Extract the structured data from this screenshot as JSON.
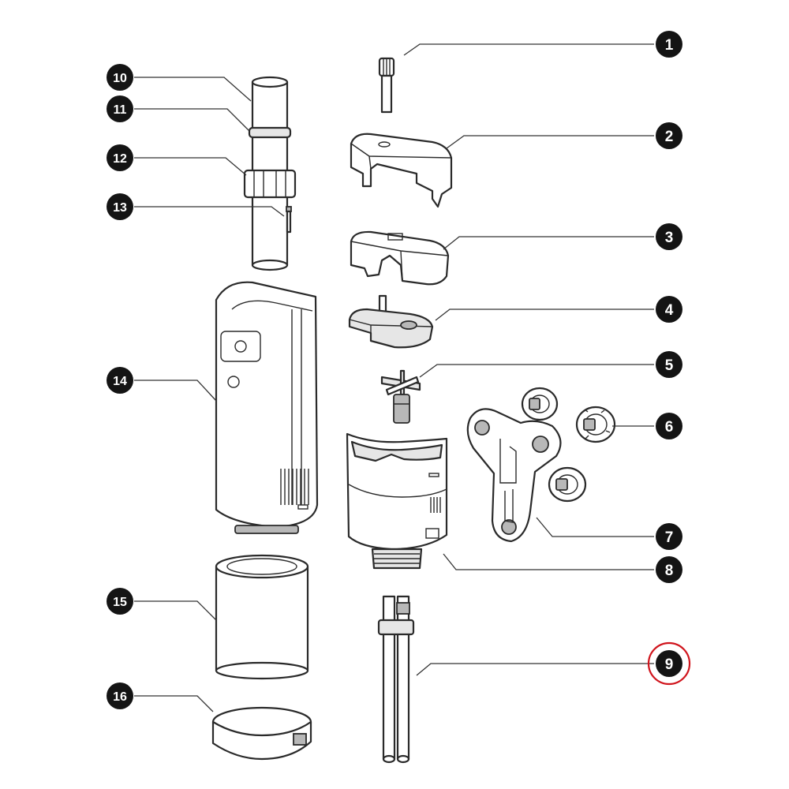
{
  "callouts": [
    {
      "id": "1",
      "label": "1"
    },
    {
      "id": "2",
      "label": "2"
    },
    {
      "id": "3",
      "label": "3"
    },
    {
      "id": "4",
      "label": "4"
    },
    {
      "id": "5",
      "label": "5"
    },
    {
      "id": "6",
      "label": "6"
    },
    {
      "id": "7",
      "label": "7"
    },
    {
      "id": "8",
      "label": "8"
    },
    {
      "id": "9",
      "label": "9",
      "highlighted": true
    },
    {
      "id": "10",
      "label": "10"
    },
    {
      "id": "11",
      "label": "11"
    },
    {
      "id": "12",
      "label": "12"
    },
    {
      "id": "13",
      "label": "13"
    },
    {
      "id": "14",
      "label": "14"
    },
    {
      "id": "15",
      "label": "15"
    },
    {
      "id": "16",
      "label": "16"
    }
  ],
  "colors": {
    "highlight": "#d0141c",
    "badge": "#141414",
    "line": "#2a2a2a"
  }
}
